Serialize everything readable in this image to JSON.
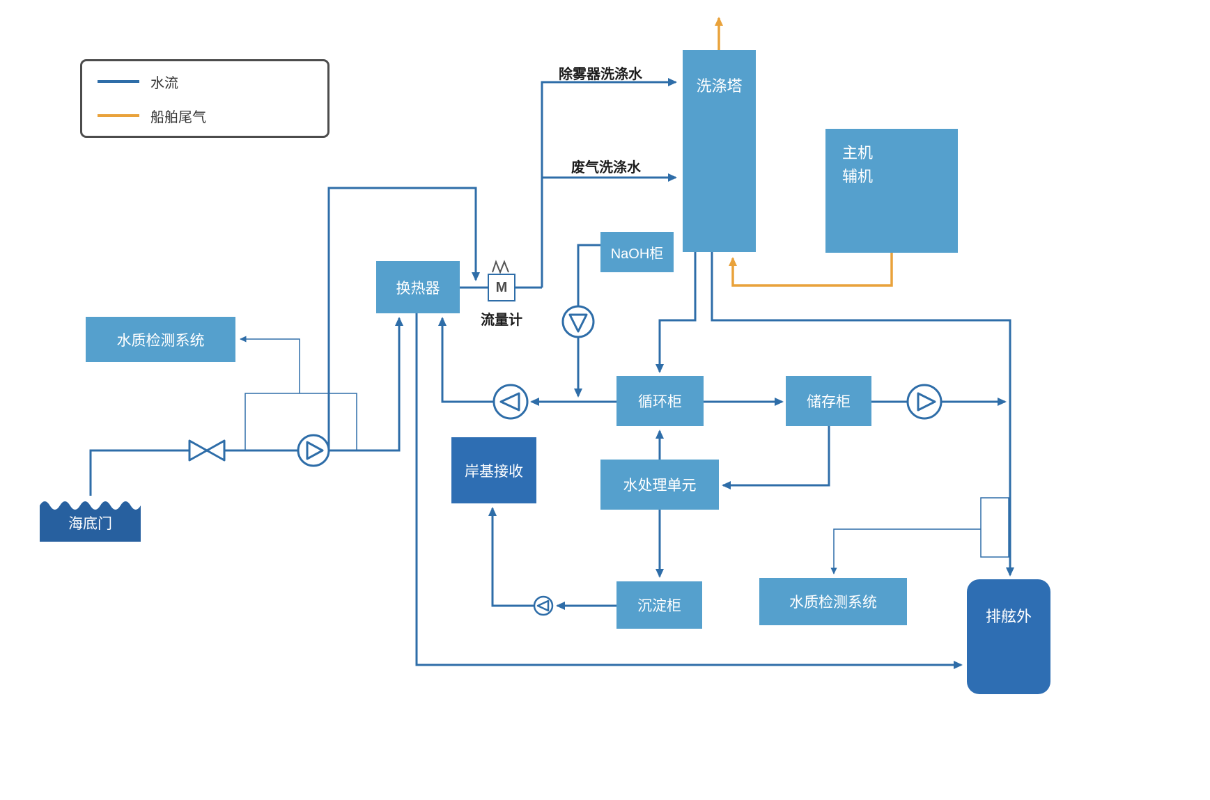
{
  "legend": {
    "items": [
      {
        "label": "水流",
        "color": "#2e6da8"
      },
      {
        "label": "船舶尾气",
        "color": "#e9a23b"
      }
    ]
  },
  "nodes": {
    "scrubber_tower": "洗涤塔",
    "engine_line1": "主机",
    "engine_line2": "辅机",
    "naoh_tank": "NaOH柜",
    "heat_exchanger": "换热器",
    "flow_meter_symbol": "M",
    "flow_meter_label": "流量计",
    "water_quality_left": "水质检测系统",
    "sea_chest": "海底门",
    "circulation_tank": "循环柜",
    "storage_tank": "储存柜",
    "shore_reception": "岸基接收",
    "water_treatment_unit": "水处理单元",
    "sedimentation_tank": "沉淀柜",
    "water_quality_right": "水质检测系统",
    "overboard_discharge": "排舷外"
  },
  "edge_labels": {
    "demister_wash": "除雾器洗涤水",
    "exhaust_wash": "废气洗涤水"
  },
  "colors": {
    "water_line": "#2e6da8",
    "exhaust_line": "#e9a23b",
    "box_light": "#55a0cd",
    "box_dark": "#2e6eb3",
    "sea_chest": "#27609f"
  }
}
